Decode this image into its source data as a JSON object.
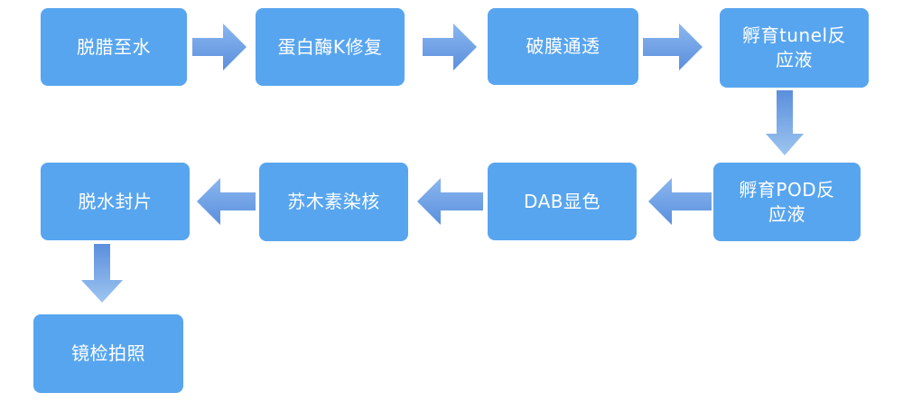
{
  "flowchart": {
    "description": "TUNEL staining lab protocol flowchart",
    "colors": {
      "node_fill": "#58a5ef",
      "node_text": "#ffffff",
      "arrow_light": "#8ab7ef",
      "arrow_dark": "#5b8fdd",
      "arrow_down_light": "#9dc5f0",
      "background": "#ffffff"
    },
    "steps": [
      {
        "label": "脱腊至水"
      },
      {
        "label": "蛋白酶K修复"
      },
      {
        "label": "破膜通透"
      },
      {
        "label": "孵育tunel反\n应液"
      },
      {
        "label": "孵育POD反\n应液"
      },
      {
        "label": "DAB显色"
      },
      {
        "label": "苏木素染核"
      },
      {
        "label": "脱水封片"
      },
      {
        "label": "镜检拍照"
      }
    ],
    "connections": [
      {
        "from": "脱腊至水",
        "to": "蛋白酶K修复",
        "direction": "right"
      },
      {
        "from": "蛋白酶K修复",
        "to": "破膜通透",
        "direction": "right"
      },
      {
        "from": "破膜通透",
        "to": "孵育tunel反应液",
        "direction": "right"
      },
      {
        "from": "孵育tunel反应液",
        "to": "孵育POD反应液",
        "direction": "down"
      },
      {
        "from": "孵育POD反应液",
        "to": "DAB显色",
        "direction": "left"
      },
      {
        "from": "DAB显色",
        "to": "苏木素染核",
        "direction": "left"
      },
      {
        "from": "苏木素染核",
        "to": "脱水封片",
        "direction": "left"
      },
      {
        "from": "脱水封片",
        "to": "镜检拍照",
        "direction": "down"
      }
    ]
  }
}
